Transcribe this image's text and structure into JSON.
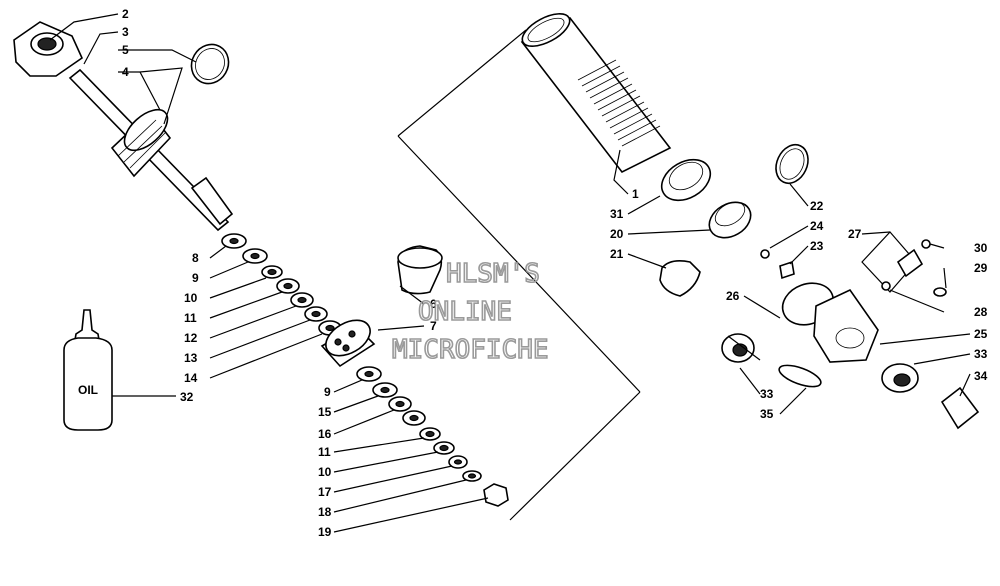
{
  "watermark": [
    "HLSM'S",
    "ONLINE",
    "MICROFICHE"
  ],
  "oil_label": "OIL",
  "labels": [
    {
      "id": "l2",
      "text": "2"
    },
    {
      "id": "l3",
      "text": "3"
    },
    {
      "id": "l5",
      "text": "5"
    },
    {
      "id": "l4",
      "text": "4"
    },
    {
      "id": "l8",
      "text": "8"
    },
    {
      "id": "l9a",
      "text": "9"
    },
    {
      "id": "l10a",
      "text": "10"
    },
    {
      "id": "l11a",
      "text": "11"
    },
    {
      "id": "l12",
      "text": "12"
    },
    {
      "id": "l13",
      "text": "13"
    },
    {
      "id": "l14",
      "text": "14"
    },
    {
      "id": "l32",
      "text": "32"
    },
    {
      "id": "l6",
      "text": "6"
    },
    {
      "id": "l7",
      "text": "7"
    },
    {
      "id": "l9b",
      "text": "9"
    },
    {
      "id": "l15",
      "text": "15"
    },
    {
      "id": "l16",
      "text": "16"
    },
    {
      "id": "l11b",
      "text": "11"
    },
    {
      "id": "l10b",
      "text": "10"
    },
    {
      "id": "l17",
      "text": "17"
    },
    {
      "id": "l18",
      "text": "18"
    },
    {
      "id": "l19",
      "text": "19"
    },
    {
      "id": "l1",
      "text": "1"
    },
    {
      "id": "l31",
      "text": "31"
    },
    {
      "id": "l20",
      "text": "20"
    },
    {
      "id": "l21",
      "text": "21"
    },
    {
      "id": "l22",
      "text": "22"
    },
    {
      "id": "l24",
      "text": "24"
    },
    {
      "id": "l23",
      "text": "23"
    },
    {
      "id": "l27",
      "text": "27"
    },
    {
      "id": "l30",
      "text": "30"
    },
    {
      "id": "l29",
      "text": "29"
    },
    {
      "id": "l26",
      "text": "26"
    },
    {
      "id": "l28",
      "text": "28"
    },
    {
      "id": "l25",
      "text": "25"
    },
    {
      "id": "l33a",
      "text": "33"
    },
    {
      "id": "l33b",
      "text": "33"
    },
    {
      "id": "l34",
      "text": "34"
    },
    {
      "id": "l35",
      "text": "35"
    }
  ]
}
